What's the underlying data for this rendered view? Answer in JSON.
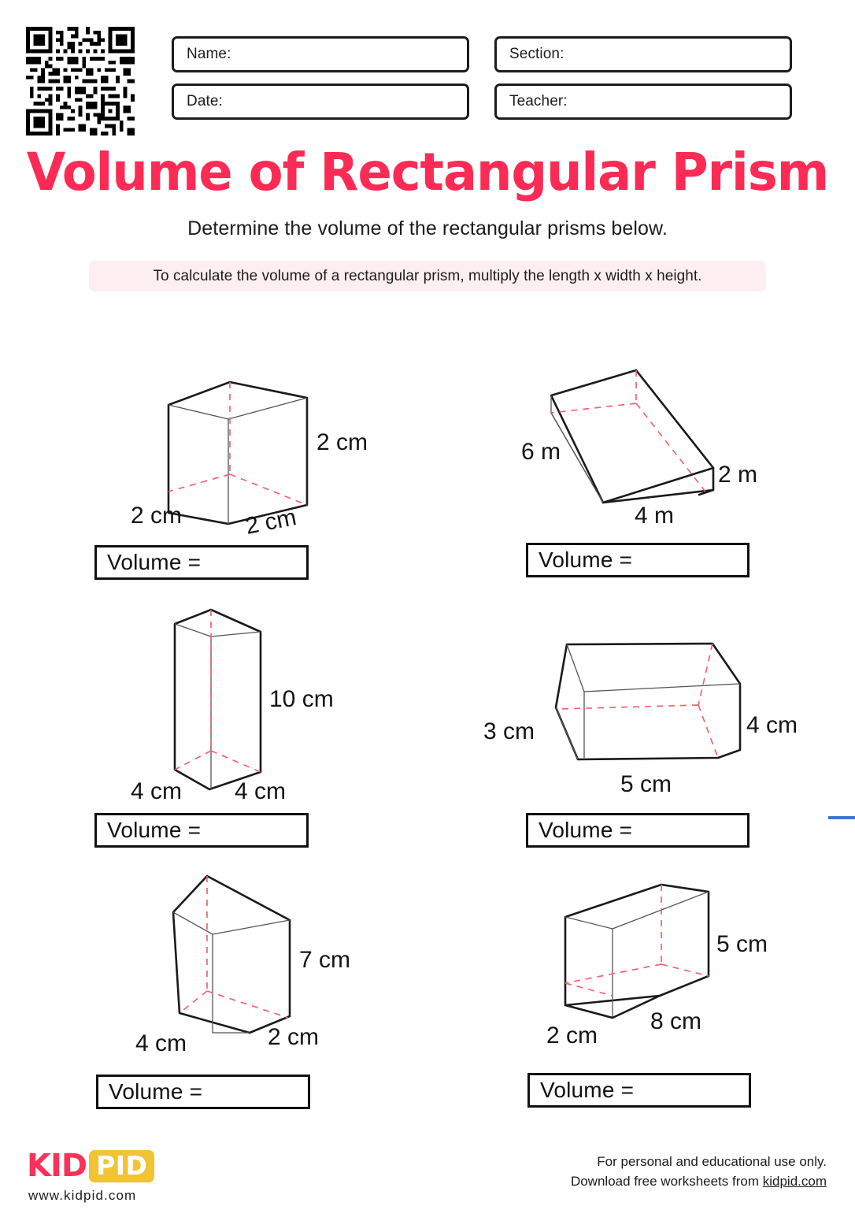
{
  "header": {
    "qr_icon": "qr-code-icon",
    "fields": [
      {
        "key": "name",
        "label": "Name:"
      },
      {
        "key": "date",
        "label": "Date:"
      },
      {
        "key": "section",
        "label": "Section:"
      },
      {
        "key": "teacher",
        "label": "Teacher:"
      }
    ]
  },
  "title": "Volume of Rectangular Prism",
  "subtitle": "Determine the volume of the rectangular prisms below.",
  "instruction": "To calculate the volume of a rectangular prism, multiply the length x width x height.",
  "answer_label": "Volume =",
  "colors": {
    "title_pink": "#FB2B55",
    "instruction_band": "#FDEFF1",
    "hidden_edge_red": "#F4636E",
    "logo_pink": "#FB3159",
    "logo_yellow": "#F2C434",
    "blue_rule": "#3B77CC"
  },
  "problems": [
    {
      "id": 1,
      "shape": "cube",
      "labels": {
        "height": "2 cm",
        "left": "2 cm",
        "right": "2 cm"
      },
      "dimensions": {
        "length": 2,
        "width": 2,
        "height": 2,
        "unit": "cm"
      }
    },
    {
      "id": 2,
      "shape": "flat-box",
      "labels": {
        "left": "6 m",
        "right": "2 m",
        "bottom": "4 m"
      },
      "dimensions": {
        "length": 6,
        "width": 4,
        "height": 2,
        "unit": "m"
      }
    },
    {
      "id": 3,
      "shape": "tall-box",
      "labels": {
        "height": "10 cm",
        "left": "4 cm",
        "right": "4 cm"
      },
      "dimensions": {
        "length": 4,
        "width": 4,
        "height": 10,
        "unit": "cm"
      }
    },
    {
      "id": 4,
      "shape": "wide-box",
      "labels": {
        "left": "3 cm",
        "right": "4 cm",
        "bottom": "5 cm"
      },
      "dimensions": {
        "length": 5,
        "width": 3,
        "height": 4,
        "unit": "cm"
      }
    },
    {
      "id": 5,
      "shape": "tilted-box",
      "labels": {
        "right": "7 cm",
        "left": "4 cm",
        "bottom": "2 cm"
      },
      "dimensions": {
        "length": 4,
        "width": 2,
        "height": 7,
        "unit": "cm"
      }
    },
    {
      "id": 6,
      "shape": "long-box",
      "labels": {
        "right": "5 cm",
        "left": "2 cm",
        "bottom": "8 cm"
      },
      "dimensions": {
        "length": 8,
        "width": 2,
        "height": 5,
        "unit": "cm"
      }
    }
  ],
  "blue_rule_present": true,
  "footer": {
    "logo_kid": "KID",
    "logo_pid": "PID",
    "logo_url": "www.kidpid.com",
    "note_line1": "For personal and educational use only.",
    "note_line2_prefix": "Download free worksheets from ",
    "note_link": "kidpid.com"
  }
}
